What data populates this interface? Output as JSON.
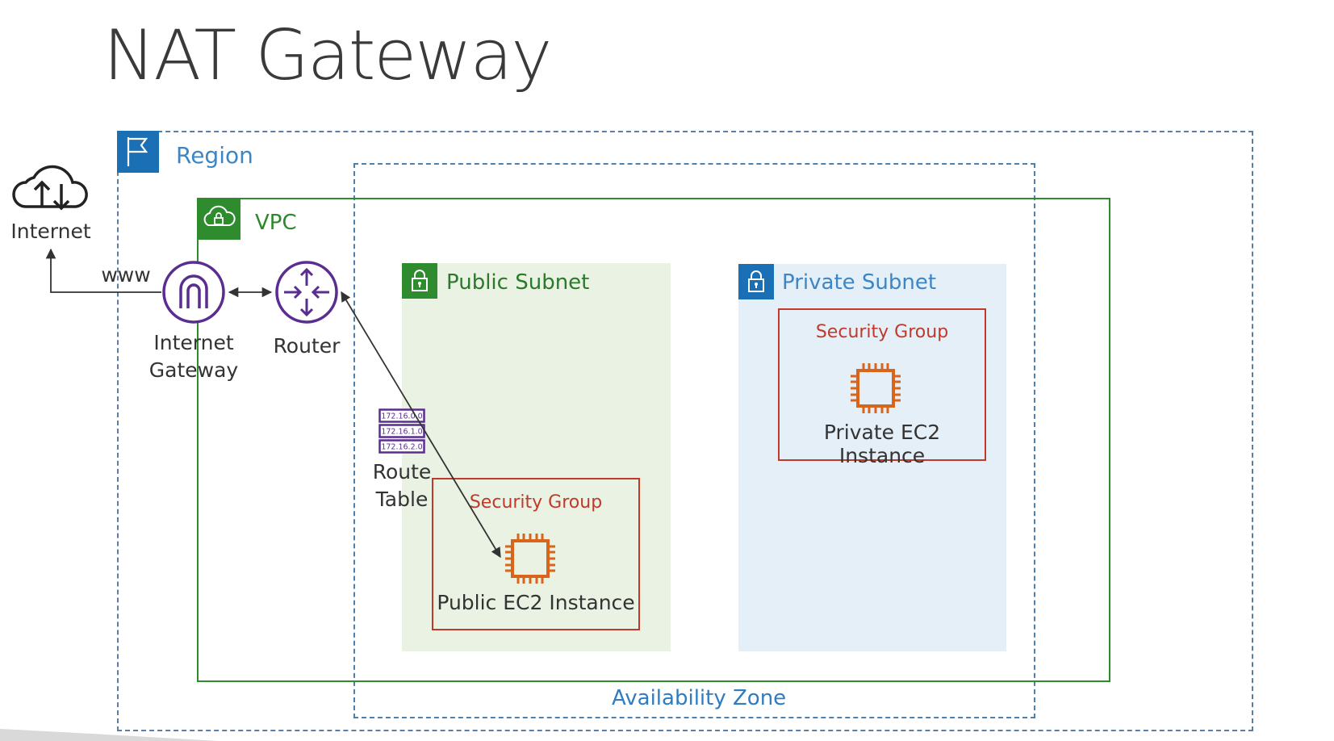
{
  "title": "NAT Gateway",
  "internet": {
    "label": "Internet",
    "www": "www"
  },
  "region": {
    "label": "Region"
  },
  "vpc": {
    "label": "VPC"
  },
  "availability_zone": {
    "label": "Availability Zone"
  },
  "internet_gateway": {
    "line1": "Internet",
    "line2": "Gateway"
  },
  "router": {
    "label": "Router"
  },
  "route_table": {
    "line1": "Route",
    "line2": "Table",
    "entries": [
      "172.16.0.0",
      "172.16.1.0",
      "172.16.2.0"
    ]
  },
  "public_subnet": {
    "label": "Public Subnet",
    "security_group": "Security Group",
    "instance": "Public EC2 Instance"
  },
  "private_subnet": {
    "label": "Private Subnet",
    "security_group": "Security Group",
    "instance": "Private EC2 Instance"
  },
  "colors": {
    "region": "#1a6fb5",
    "vpc": "#2e8b2e",
    "gateway": "#5a2d91",
    "security_group": "#c0392b",
    "ec2": "#d9641b"
  }
}
